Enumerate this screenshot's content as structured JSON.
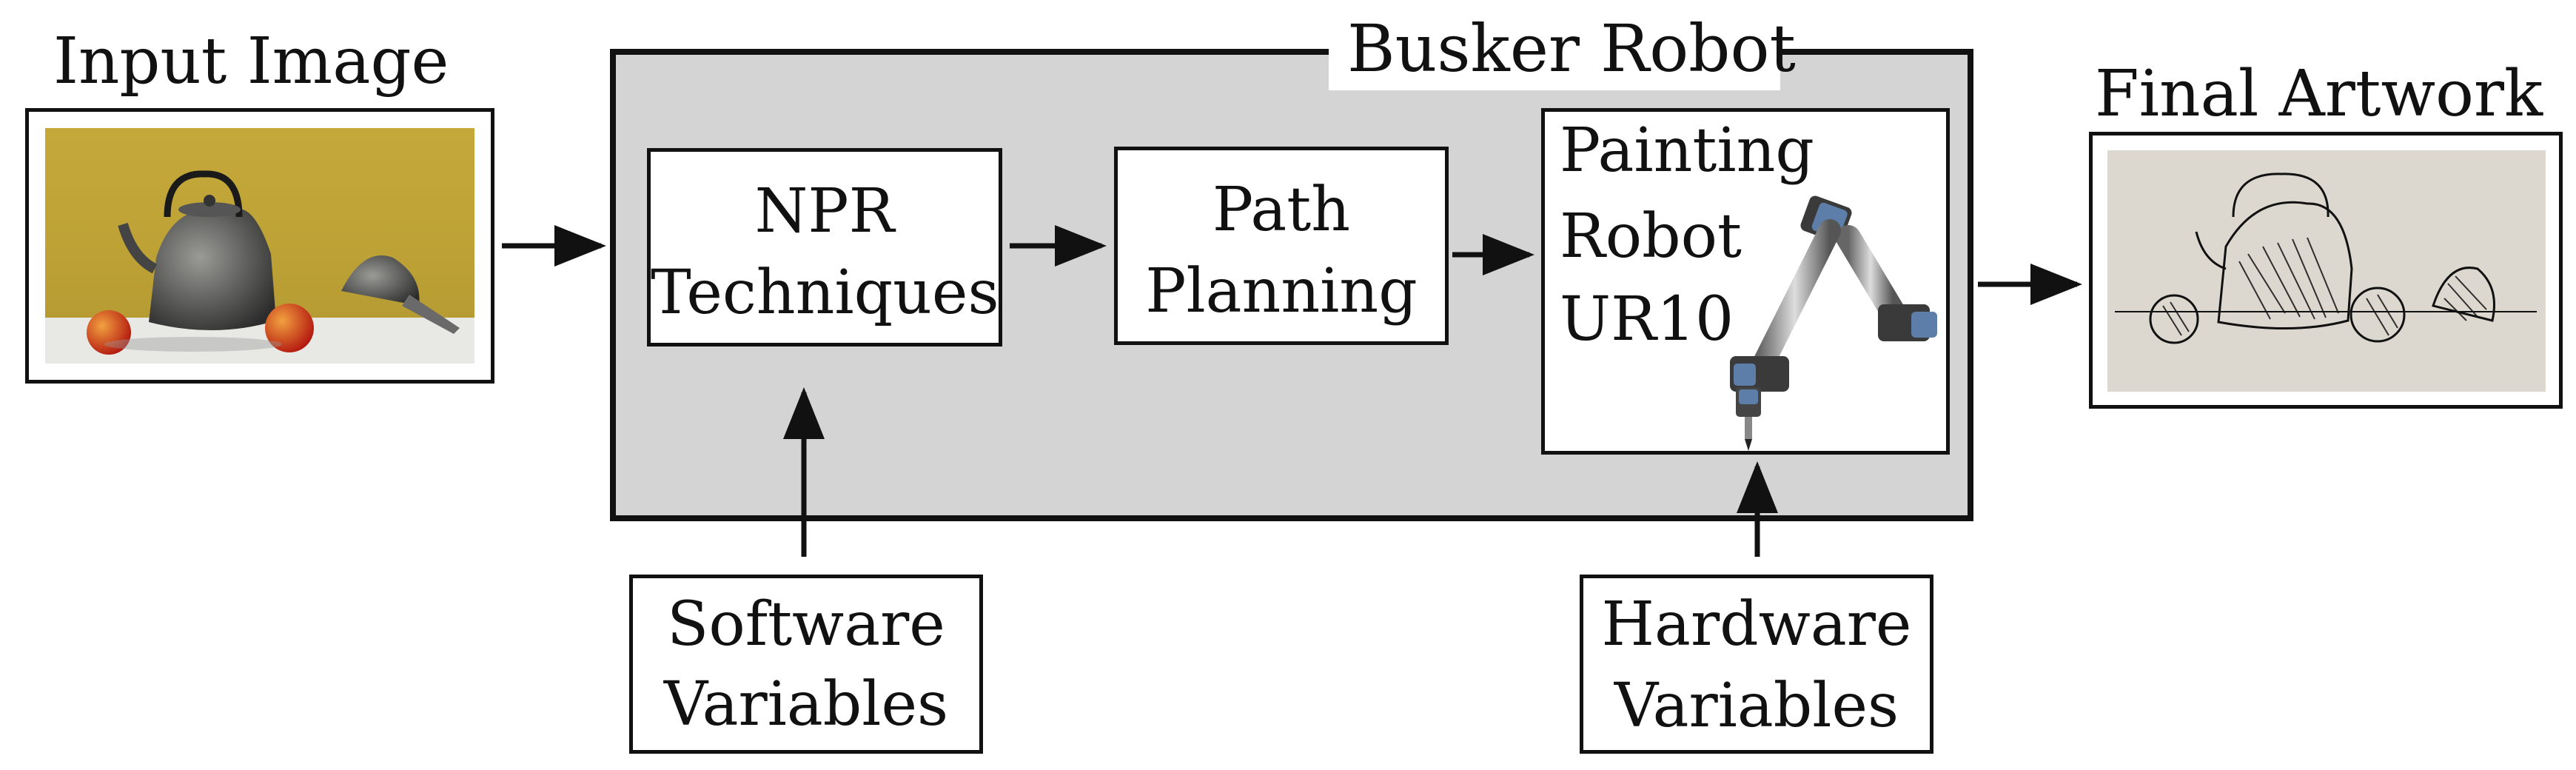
{
  "input_image": {
    "title": "Input Image"
  },
  "robot_group": {
    "title": "Busker Robot"
  },
  "npr_box": {
    "line1": "NPR",
    "line2": "Techniques"
  },
  "path_box": {
    "line1": "Path",
    "line2": "Planning"
  },
  "robot_box": {
    "line1": "Painting",
    "line2": "Robot",
    "line3": "UR10"
  },
  "software_box": {
    "line1": "Software",
    "line2": "Variables"
  },
  "hardware_box": {
    "line1": "Hardware",
    "line2": "Variables"
  },
  "final_artwork": {
    "title": "Final Artwork"
  },
  "colors": {
    "group_fill": "#d4d4d4",
    "stroke": "#111111",
    "input_backdrop": "#c5a93b"
  }
}
